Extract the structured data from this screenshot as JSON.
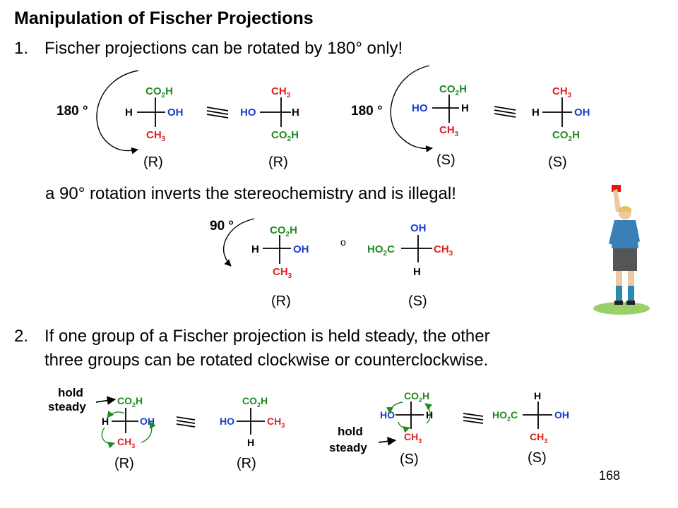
{
  "slide": {
    "title": "Manipulation of Fischer Projections",
    "point1": {
      "number": "1.",
      "text": "Fischer projections can be rotated by 180° only!"
    },
    "rule90": "a 90° rotation inverts the stereochemistry and is illegal!",
    "point2": {
      "number": "2.",
      "line1": "If one group of a Fischer projection is held steady, the other",
      "line2": "three groups can be rotated clockwise or counterclockwise."
    },
    "page_number": "168"
  },
  "labels": {
    "rot180": "180 °",
    "rot90": "90 °",
    "not_equal_mark": "o",
    "hold": "hold",
    "steady": "steady",
    "R": "(R)",
    "S": "(S)"
  },
  "groups": {
    "CO2H_main": "CO",
    "CO2H_sub": "2",
    "CO2H_tail": "H",
    "CH3_main": "CH",
    "CH3_sub": "3",
    "HO2C_head": "HO",
    "HO2C_sub": "2",
    "HO2C_tail": "C",
    "OH": "OH",
    "HO": "HO",
    "H": "H"
  },
  "colors": {
    "red": "#e02020",
    "blue": "#1a3ccf",
    "green": "#1f8a1f",
    "black": "#000000"
  },
  "icons": {
    "referee": "referee-red-card-icon",
    "equivalent": "triple-bar-equivalent-icon",
    "rotation_arrow": "curved-arrow-icon"
  }
}
